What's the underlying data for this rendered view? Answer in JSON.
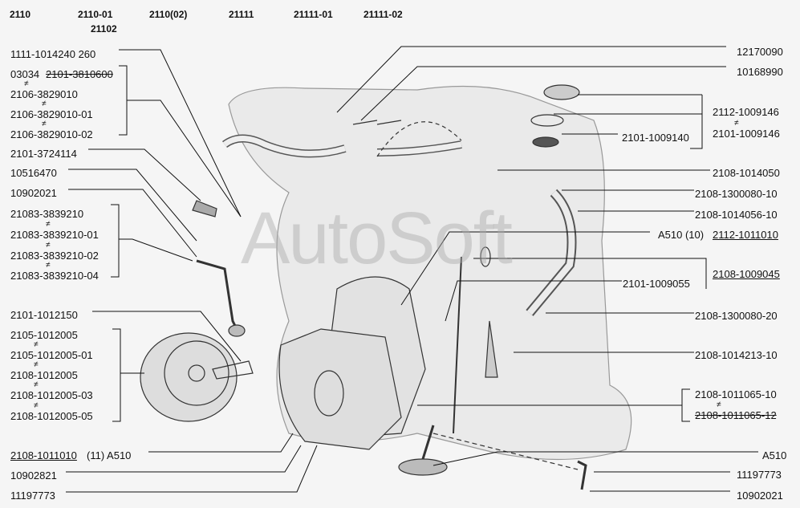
{
  "models": [
    "2110",
    "2110-01",
    "21102",
    "2110(02)",
    "21111",
    "21111-01",
    "21111-02"
  ],
  "left_labels": [
    "1111-1014240 260",
    "03034",
    "2101-3810600",
    "2106-3829010",
    "2106-3829010-01",
    "2106-3829010-02",
    "2101-3724114",
    "10516470",
    "10902021",
    "21083-3839210",
    "21083-3839210-01",
    "21083-3839210-02",
    "21083-3839210-04",
    "2101-1012150",
    "2105-1012005",
    "2105-1012005-01",
    "2108-1012005",
    "2108-1012005-03",
    "2108-1012005-05",
    "2108-1011010",
    "(11)  A510",
    "10902821",
    "11197773"
  ],
  "right_labels": [
    "12170090",
    "10168990",
    "2112-1009146",
    "2101-1009146",
    "2101-1009140",
    "2108-1014050",
    "2108-1300080-10",
    "2108-1014056-10",
    "A510 (10)",
    "2112-1011010",
    "2108-1009045",
    "2101-1009055",
    "2108-1300080-20",
    "2108-1014213-10",
    "2108-1011065-10",
    "2108-1011065-12",
    "A510",
    "11197773",
    "10902021"
  ],
  "alt_symbol": "≠",
  "watermark": "AutoSoft"
}
